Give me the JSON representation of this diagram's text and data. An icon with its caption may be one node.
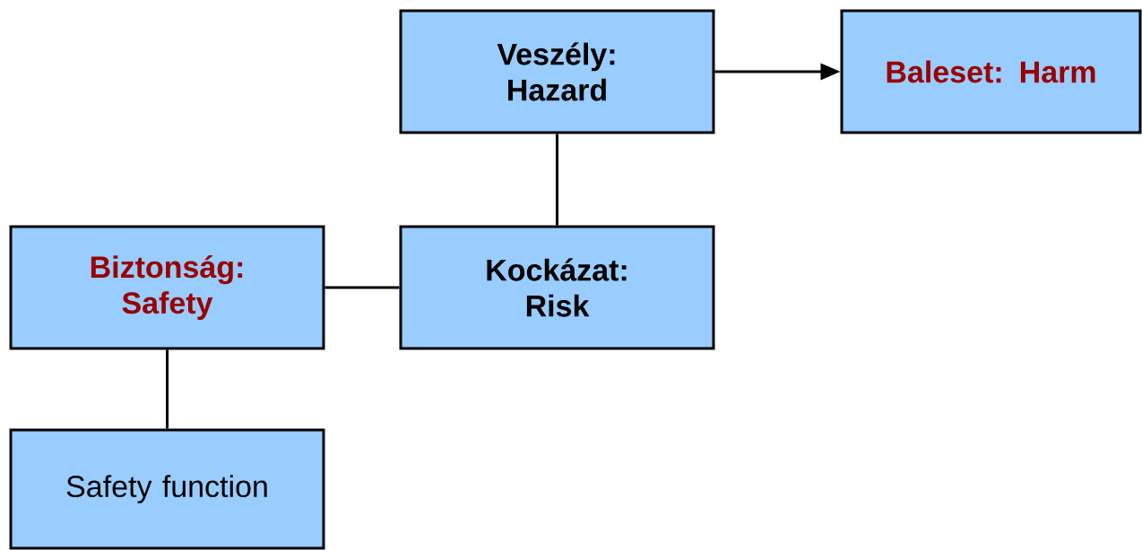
{
  "diagram": {
    "nodes": [
      {
        "text": [
          "Veszély: Hazard"
        ]
      },
      {
        "text": [
          "Baleset: Harm"
        ]
      },
      {
        "text": [
          "Biztonság: Safety"
        ]
      },
      {
        "text": [
          "Kockázat: Risk"
        ]
      },
      {
        "text": [
          "Safety function"
        ]
      }
    ],
    "edges": [
      {
        "from": 0,
        "to": 1,
        "arrow": "to"
      },
      {
        "from": 0,
        "to": 3,
        "arrow": "none"
      },
      {
        "from": 3,
        "to": 2,
        "arrow": "none"
      },
      {
        "from": 2,
        "to": 4,
        "arrow": "none"
      }
    ]
  }
}
